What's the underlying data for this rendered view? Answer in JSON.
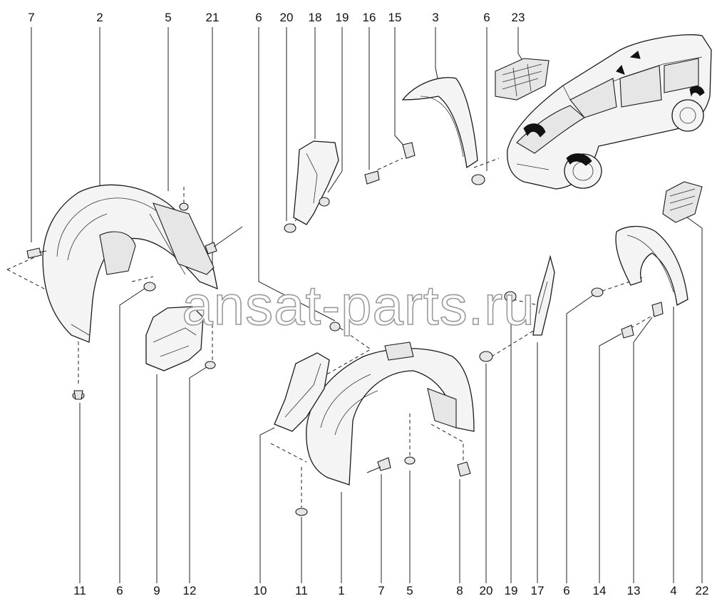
{
  "watermark": "ansat-parts.ru",
  "callouts_top": [
    "7",
    "2",
    "5",
    "21",
    "6",
    "20",
    "18",
    "19",
    "16",
    "15",
    "3",
    "6",
    "23"
  ],
  "callouts_bottom": [
    "11",
    "6",
    "9",
    "12",
    "10",
    "11",
    "1",
    "7",
    "5",
    "8",
    "20",
    "19",
    "17",
    "6",
    "14",
    "13",
    "4",
    "22"
  ]
}
